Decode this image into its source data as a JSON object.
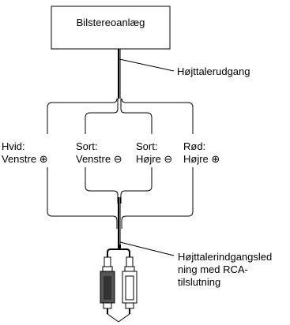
{
  "head_unit": {
    "label": "Bilstereoanlæg"
  },
  "callouts": {
    "speaker_output": "Højttalerudgang",
    "speaker_input_cable": "Højttalerindgangsled\nning med RCA-\ntilslutning"
  },
  "wires": [
    {
      "color_name": "Hvid:",
      "channel": "Venstre",
      "polarity": "⊕"
    },
    {
      "color_name": "Sort:",
      "channel": "Venstre",
      "polarity": "⊖"
    },
    {
      "color_name": "Sort:",
      "channel": "Højre",
      "polarity": "⊖"
    },
    {
      "color_name": "Rød:",
      "channel": "Højre",
      "polarity": "⊕"
    }
  ],
  "colors": {
    "line": "#000000",
    "plug_dark": "#555555",
    "plug_light": "#ffffff"
  }
}
